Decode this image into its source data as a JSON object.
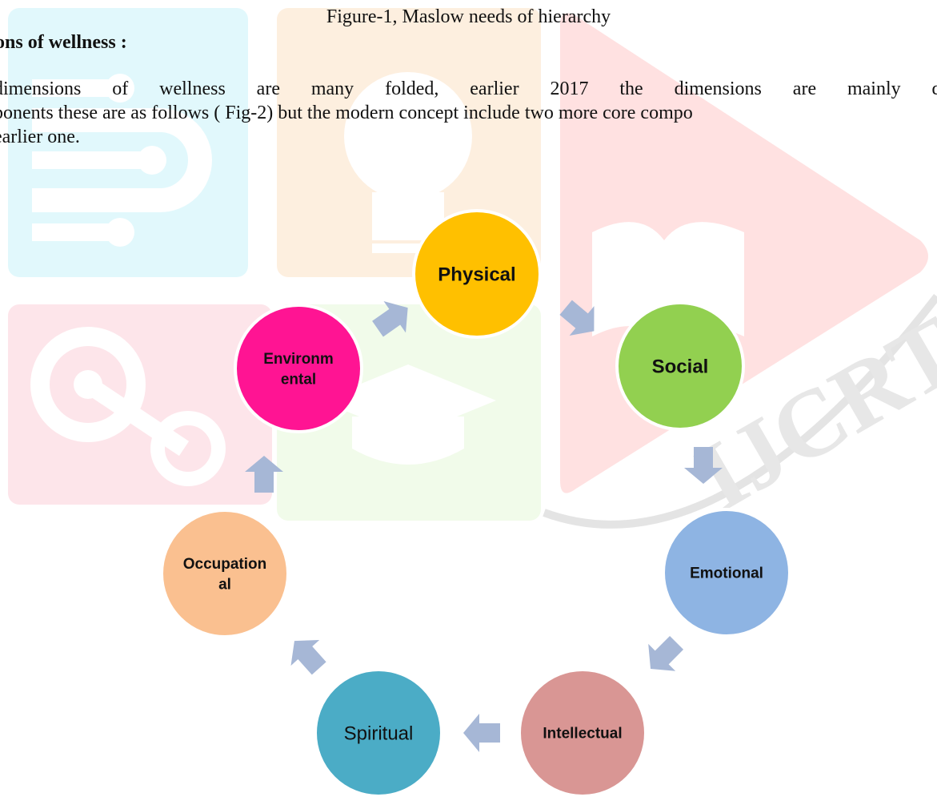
{
  "caption": "Figure-1, Maslow needs of hierarchy",
  "heading": "ensions of wellness :",
  "paragraph": {
    "line1_words": [
      "dimensions",
      "of",
      "wellness",
      "are",
      "many",
      "folded,",
      "earlier",
      "2017",
      "the",
      "dimensions",
      "are",
      "mainly",
      "depen"
    ],
    "line2": "ponents these are as follows ( Fig-2) but the modern concept include two more core compo",
    "line3": "earlier one."
  },
  "watermark": {
    "text": "IJCRT"
  },
  "cycle": {
    "nodes": [
      {
        "id": "physical",
        "lines": [
          "Physical"
        ],
        "color": "#FFC000"
      },
      {
        "id": "social",
        "lines": [
          "Social"
        ],
        "color": "#92D050"
      },
      {
        "id": "emotional",
        "lines": [
          "Emotional"
        ],
        "color": "#8EB4E3"
      },
      {
        "id": "intellectual",
        "lines": [
          "Intellectual"
        ],
        "color": "#D99694"
      },
      {
        "id": "spiritual",
        "lines": [
          "Spiritual"
        ],
        "color": "#4BACC6"
      },
      {
        "id": "occupational",
        "lines": [
          "Occupation",
          "al"
        ],
        "color": "#FAC090"
      },
      {
        "id": "environmental",
        "lines": [
          "Environm",
          "ental"
        ],
        "color": "#FF1493"
      }
    ],
    "arrow_color": "#A6B7D6"
  }
}
